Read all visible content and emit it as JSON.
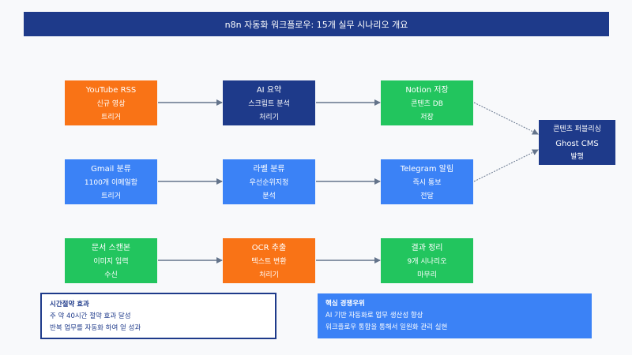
{
  "title": "n8n 자동화 워크플로우: 15개 실무 시나리오 개요",
  "rows": [
    [
      {
        "lines": [
          "YouTube RSS",
          "신규 영상",
          "트리거"
        ]
      },
      {
        "lines": [
          "AI 요약",
          "스크립트 분석",
          "처리기"
        ]
      },
      {
        "lines": [
          "Notion 저장",
          "콘텐츠 DB",
          "저장"
        ]
      }
    ],
    [
      {
        "lines": [
          "Gmail 분류",
          "1100개 이메일함",
          "트리거"
        ]
      },
      {
        "lines": [
          "라벨 분류",
          "우선순위지정",
          "분석"
        ]
      },
      {
        "lines": [
          "Telegram 알림",
          "즉시 통보",
          "전달"
        ]
      }
    ],
    [
      {
        "lines": [
          "문서 스캔본",
          "이미지 입력",
          "수신"
        ]
      },
      {
        "lines": [
          "OCR 추출",
          "텍스트 변환",
          "처리기"
        ]
      },
      {
        "lines": [
          "결과 정리",
          "9개 시나리오",
          "마무리"
        ]
      }
    ]
  ],
  "publish_node": {
    "lines": [
      "콘텐츠 퍼블리싱",
      "Ghost CMS",
      "발행"
    ]
  },
  "info_left": {
    "heading": "시간절약 효과",
    "lines": [
      "주 약 40시간 절약 효과 달성",
      "반복 업무를 자동화 하여 얻 성과"
    ]
  },
  "info_right": {
    "heading": "핵심 경쟁우위",
    "lines": [
      "AI 기반 자동화로 업무 생산성 향상",
      "워크플로우 통합을 통해서 일원화 관리 실현"
    ]
  },
  "colors": {
    "orange": "#f97316",
    "navy": "#1e3a8a",
    "green": "#22c55e",
    "blue": "#3b82f6",
    "arrow": "#64748b"
  }
}
